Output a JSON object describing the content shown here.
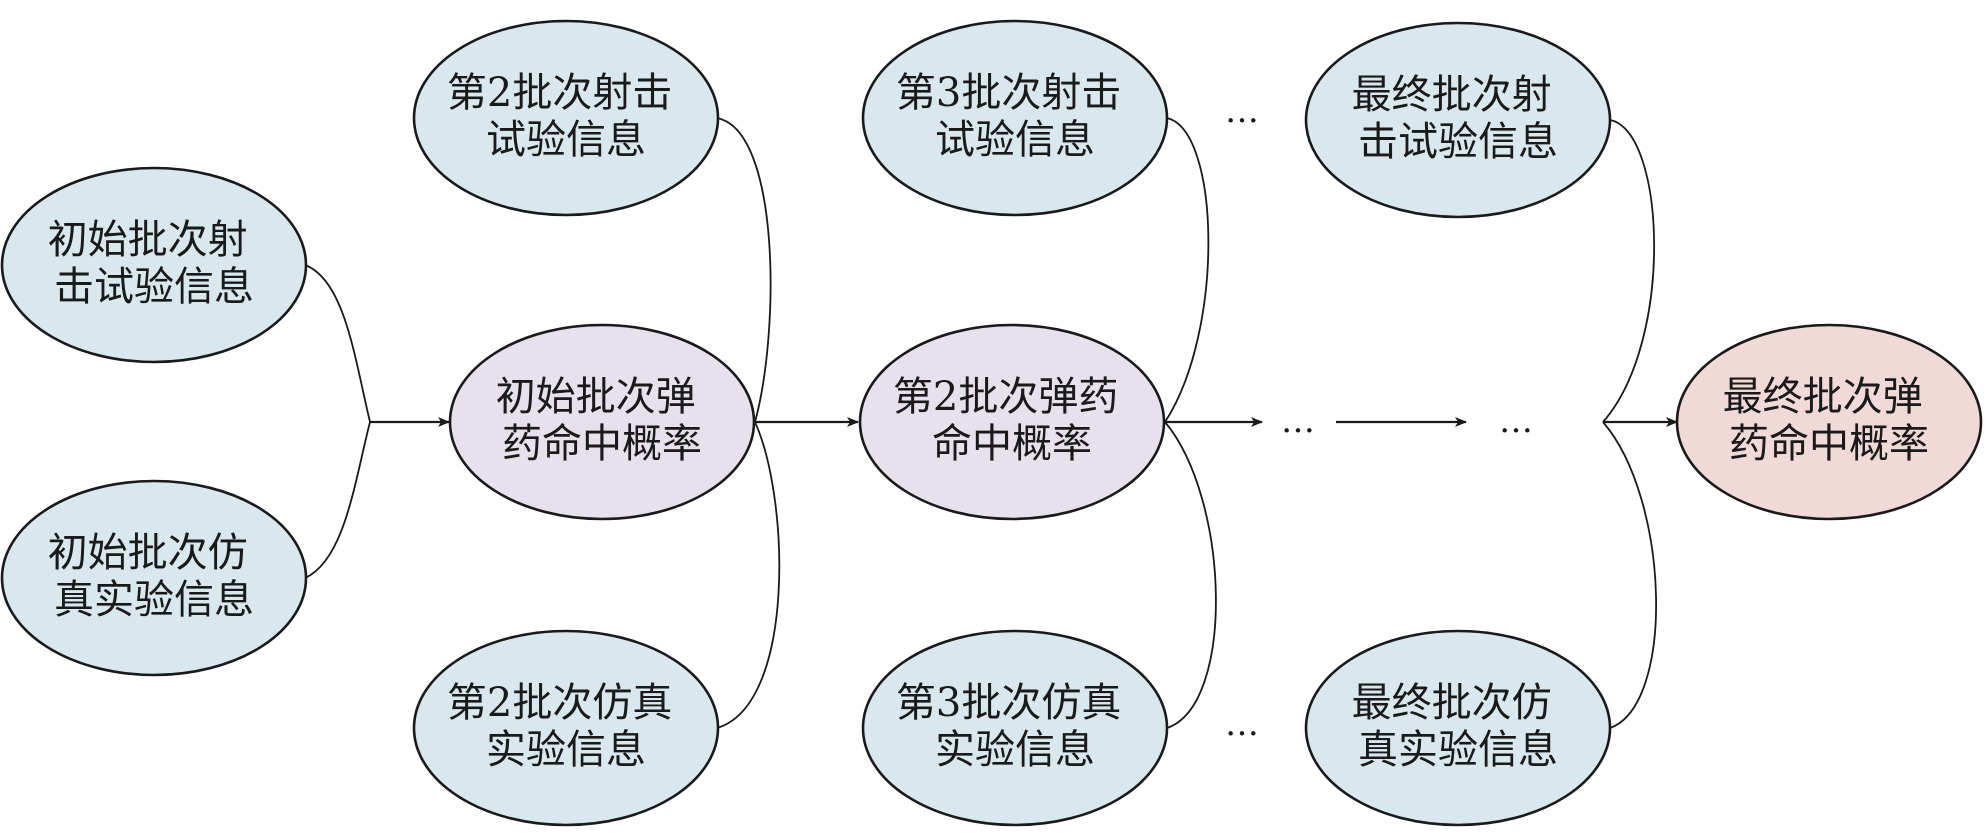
{
  "colors": {
    "info_node_fill": "#d9e8ee",
    "probability_node_fill": "#e6e1ec",
    "final_node_fill": "#f0d9d6",
    "stroke": "#1a1a1a"
  },
  "nodes": {
    "initial_shooting_info": {
      "lines": [
        "初始批次射",
        "击试验信息"
      ]
    },
    "initial_simulation_info": {
      "lines": [
        "初始批次仿",
        "真实验信息"
      ]
    },
    "batch2_shooting_info": {
      "lines": [
        "第2批次射击",
        "试验信息"
      ]
    },
    "batch2_simulation_info": {
      "lines": [
        "第2批次仿真",
        "实验信息"
      ]
    },
    "initial_hit_probability": {
      "lines": [
        "初始批次弹",
        "药命中概率"
      ]
    },
    "batch3_shooting_info": {
      "lines": [
        "第3批次射击",
        "试验信息"
      ]
    },
    "batch3_simulation_info": {
      "lines": [
        "第3批次仿真",
        "实验信息"
      ]
    },
    "batch2_hit_probability": {
      "lines": [
        "第2批次弹药",
        "命中概率"
      ]
    },
    "final_shooting_info": {
      "lines": [
        "最终批次射",
        "击试验信息"
      ]
    },
    "final_simulation_info": {
      "lines": [
        "最终批次仿",
        "真实验信息"
      ]
    },
    "final_hit_probability": {
      "lines": [
        "最终批次弹",
        "药命中概率"
      ]
    }
  },
  "ellipsis": {
    "top": "…",
    "bottom": "…",
    "middle_left": "…",
    "middle_right": "…"
  }
}
